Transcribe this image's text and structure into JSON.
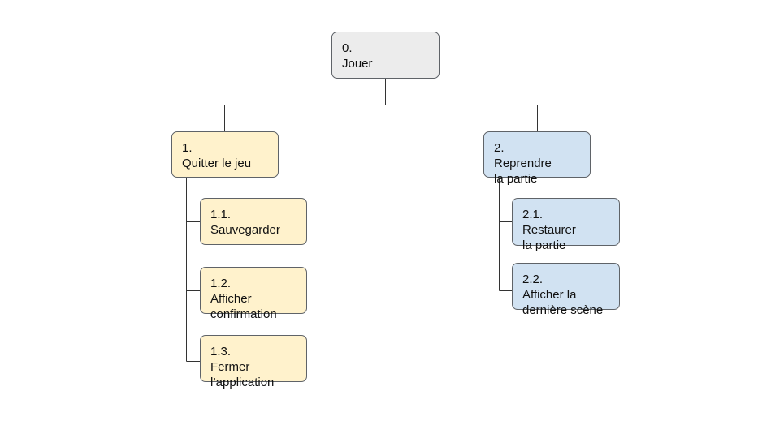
{
  "colors": {
    "root_fill": "#ececec",
    "branch1_fill": "#fff2cc",
    "branch2_fill": "#d1e2f2",
    "border": "#5f6368",
    "connector": "#333333"
  },
  "tree": {
    "root": {
      "number": "0.",
      "label": [
        "Jouer"
      ]
    },
    "branches": [
      {
        "number": "1.",
        "label": [
          "Quitter le jeu"
        ],
        "children": [
          {
            "number": "1.1.",
            "label": [
              "Sauvegarder"
            ]
          },
          {
            "number": "1.2.",
            "label": [
              "Afficher",
              "confirmation"
            ]
          },
          {
            "number": "1.3.",
            "label": [
              "Fermer",
              "l’application"
            ]
          }
        ]
      },
      {
        "number": "2.",
        "label": [
          "Reprendre",
          "la partie"
        ],
        "children": [
          {
            "number": "2.1.",
            "label": [
              "Restaurer",
              "la partie"
            ]
          },
          {
            "number": "2.2.",
            "label": [
              "Afficher la",
              "dernière scène"
            ]
          }
        ]
      }
    ]
  }
}
